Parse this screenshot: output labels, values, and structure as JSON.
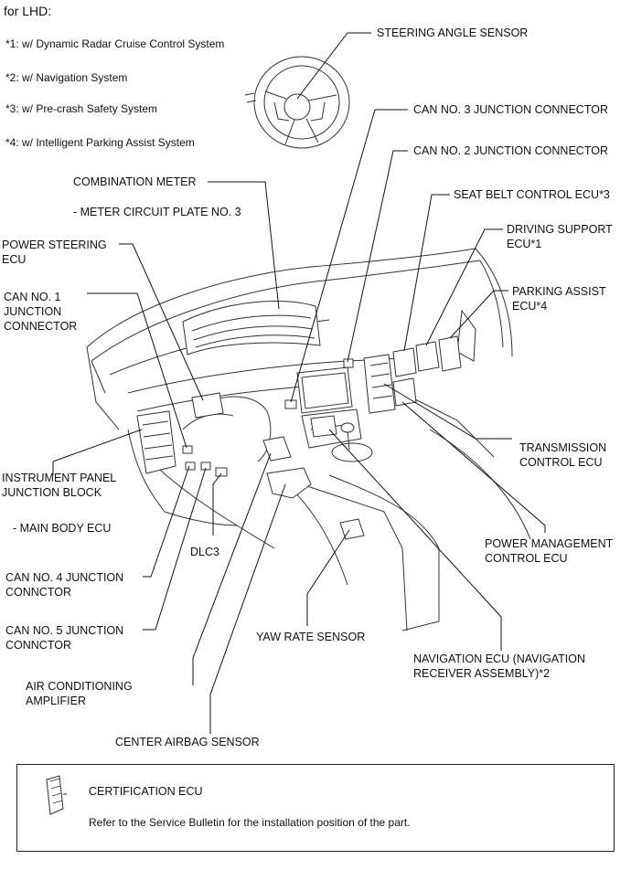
{
  "header": {
    "title": "for LHD:"
  },
  "notes": [
    "*1: w/ Dynamic Radar Cruise Control System",
    "*2: w/ Navigation System",
    "*3: w/ Pre-crash Safety System",
    "*4: w/ Intelligent Parking Assist System"
  ],
  "labels": {
    "steering_angle_sensor": "STEERING ANGLE SENSOR",
    "can3": "CAN NO. 3 JUNCTION CONNECTOR",
    "can2": "CAN NO. 2 JUNCTION CONNECTOR",
    "seat_belt": "SEAT BELT CONTROL ECU*3",
    "driving_support": "DRIVING SUPPORT\nECU*1",
    "parking_assist": "PARKING ASSIST\nECU*4",
    "combination_meter": "COMBINATION METER",
    "meter_circuit": "- METER CIRCUIT PLATE NO. 3",
    "power_steering": "POWER STEERING\nECU",
    "can1": "CAN NO. 1\nJUNCTION\nCONNECTOR",
    "transmission": "TRANSMISSION\nCONTROL ECU",
    "instrument_panel": "INSTRUMENT PANEL\nJUNCTION BLOCK",
    "main_body": "- MAIN BODY ECU",
    "dlc3": "DLC3",
    "power_management": "POWER MANAGEMENT\nCONTROL ECU",
    "can4": "CAN NO. 4 JUNCTION\nCONNCTOR",
    "can5": "CAN NO. 5 JUNCTION\nCONNCTOR",
    "yaw_rate": "YAW RATE SENSOR",
    "navigation": "NAVIGATION ECU (NAVIGATION\nRECEIVER ASSEMBLY)*2",
    "air_conditioning": "AIR CONDITIONING\nAMPLIFIER",
    "center_airbag": "CENTER AIRBAG SENSOR"
  },
  "legend": {
    "item_label": "CERTIFICATION ECU",
    "text": "Refer to the Service Bulletin for the installation position of the part."
  }
}
